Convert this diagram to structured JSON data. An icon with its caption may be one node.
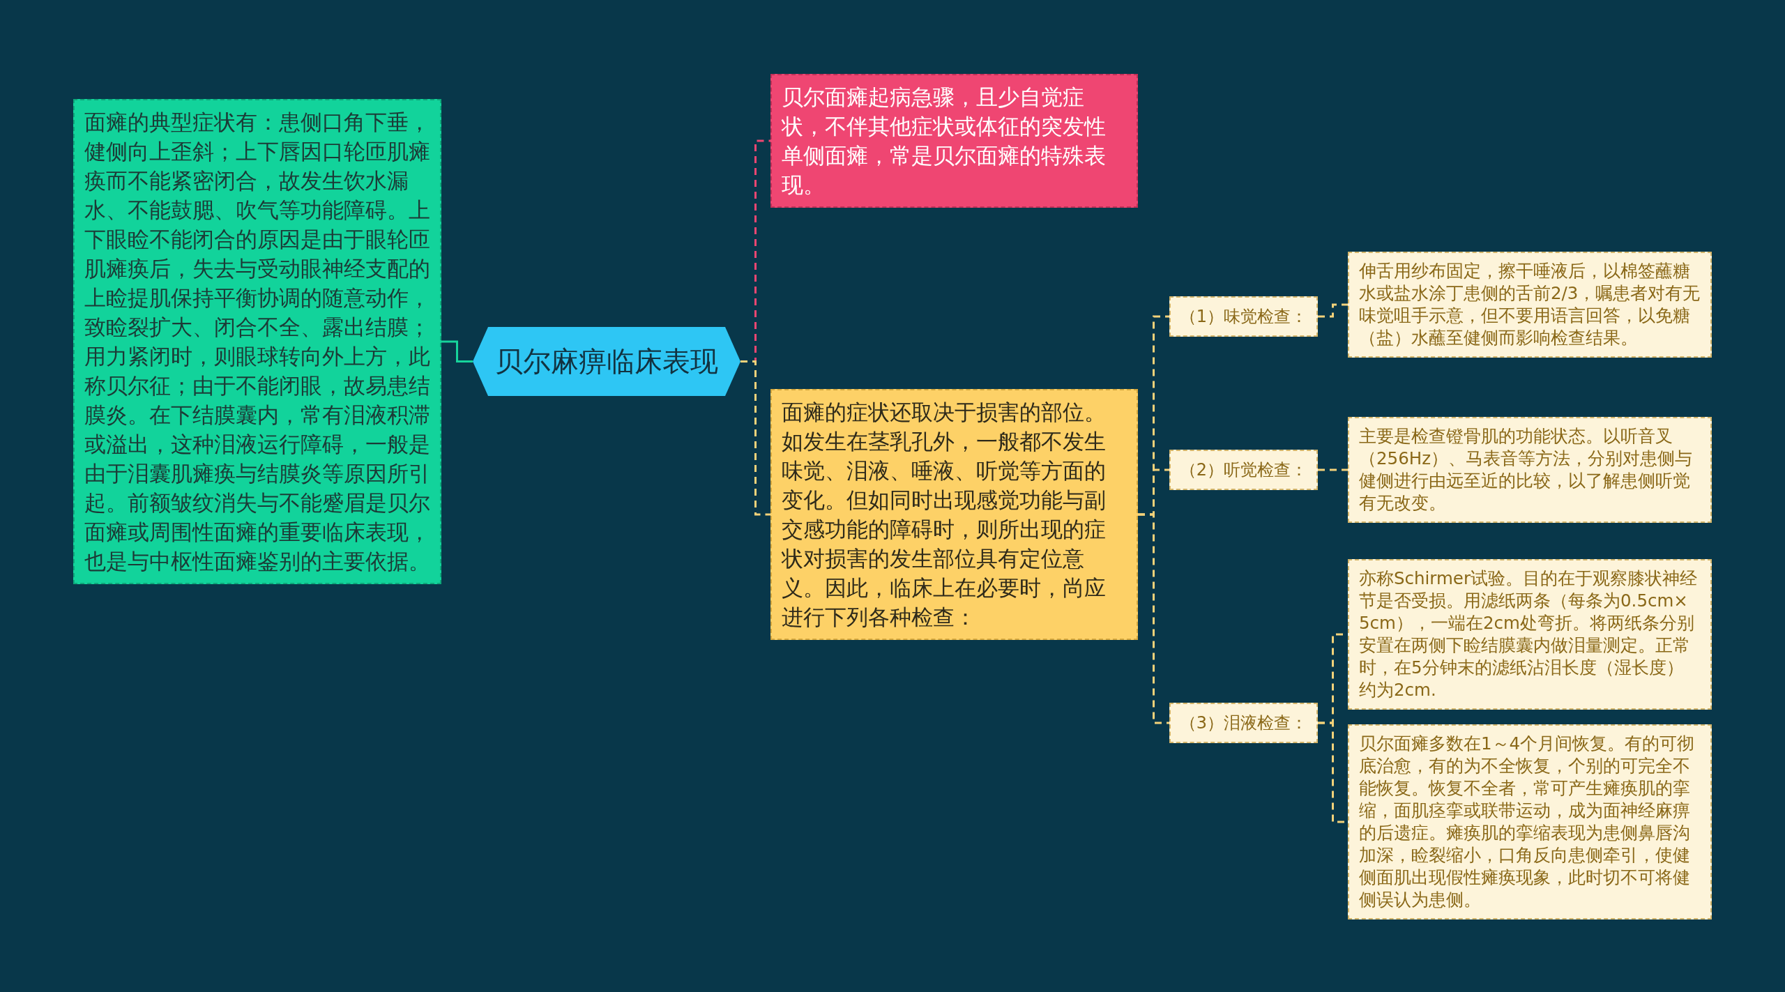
{
  "diagram": {
    "nodes": [
      {
        "text": [
          "贝尔麻痹临床表现"
        ]
      },
      {
        "text": [
          "面瘫的典型症状有：患侧口角下垂，健侧向上歪斜；上下唇因口轮匝肌瘫痪而不能紧密闭合，故发生饮水漏水、不能鼓腮、吹气等功能障碍。上下眼睑不能闭合的原因是由于眼轮匝肌瘫痪后，失去与受动眼神经支配的上睑提肌保持平衡协调的随意动作，致睑裂扩大、闭合不全、露出结膜；用力紧闭时，则眼球转向外上方，此称贝尔征；由于不能闭眼，故易患结膜炎。在下结膜囊内，常有泪液积滞或溢出，这种泪液运行障碍，一般是由于泪囊肌瘫痪与结膜炎等原因所引起。前额皱纹消失与不能蹙眉是贝尔面瘫或周围性面瘫的重要临床表现，也是与中枢性面瘫鉴别的主要依据。"
        ]
      },
      {
        "text": [
          "贝尔面瘫起病急骤，且少自觉症状，不伴其他症状或体征的突发性单侧面瘫，常是贝尔面瘫的特殊表现。"
        ]
      },
      {
        "text": [
          "面瘫的症状还取决于损害的部位。如发生在茎乳孔外，一般都不发生味觉、泪液、唾液、听觉等方面的变化。但如同时出现感觉功能与副交感功能的障碍时，则所出现的症状对损害的发生部位具有定位意义。因此，临床上在必要时，尚应进行下列各种检查："
        ]
      },
      {
        "text": [
          "（1）味觉检查："
        ]
      },
      {
        "text": [
          "伸舌用纱布固定，擦干唾液后，以棉签蘸糖水或盐水涂丁患侧的舌前2/3，嘱患者对有无味觉咀手示意，但不要用语言回答，以免糖（盐）水蘸至健侧而影响检查结果。"
        ]
      },
      {
        "text": [
          "（2）听觉检查："
        ]
      },
      {
        "text": [
          "主要是检查镫骨肌的功能状态。以听音叉（256Hz）、马表音等方法，分别对患侧与健侧进行由远至近的比较，以了解患侧听觉有无改变。"
        ]
      },
      {
        "text": [
          "（3）泪液检查："
        ]
      },
      {
        "text": [
          "亦称Schirmer试验。目的在于观察膝状神经节是否受损。用滤纸两条（每条为0.5cm× 5cm），一端在2cm处弯折。将两纸条分别安置在两侧下睑结膜囊内做泪量测定。正常时，在5分钟末的滤纸沾泪长度（湿长度）约为2cm."
        ]
      },
      {
        "text": [
          "贝尔面瘫多数在1～4个月间恢复。有的可彻底治愈，有的为不全恢复，个别的可完全不能恢复。恢复不全者，常可产生瘫痪肌的挛缩，面肌痉挛或联带运动，成为面神经麻痹的后遗症。瘫痪肌的挛缩表现为患侧鼻唇沟加深，睑裂缩小，口角反向患侧牵引，使健侧面肌出现假性瘫痪现象，此时切不可将健侧误认为患侧。"
        ]
      }
    ],
    "edges": [
      {
        "from": 0,
        "to": 1,
        "arrow": "none",
        "color": "#16d49b"
      },
      {
        "from": 0,
        "to": 2,
        "arrow": "none",
        "style": "dashed",
        "color": "#ef4672"
      },
      {
        "from": 0,
        "to": 3,
        "arrow": "none",
        "style": "dashed"
      },
      {
        "from": 3,
        "to": 4,
        "arrow": "none",
        "style": "dashed"
      },
      {
        "from": 3,
        "to": 6,
        "arrow": "none",
        "style": "dashed"
      },
      {
        "from": 3,
        "to": 8,
        "arrow": "none",
        "style": "dashed"
      },
      {
        "from": 4,
        "to": 5,
        "arrow": "none",
        "style": "dashed"
      },
      {
        "from": 6,
        "to": 7,
        "arrow": "none",
        "style": "dashed"
      },
      {
        "from": 8,
        "to": 9,
        "arrow": "none",
        "style": "dashed"
      },
      {
        "from": 8,
        "to": 10,
        "arrow": "none",
        "style": "dashed"
      }
    ]
  }
}
